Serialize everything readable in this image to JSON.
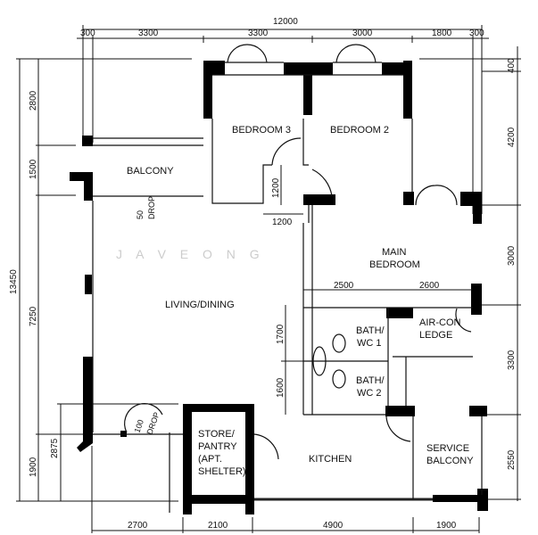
{
  "watermark": "J A V E  O N G",
  "rooms": {
    "bedroom3": "BEDROOM 3",
    "bedroom2": "BEDROOM 2",
    "balcony": "BALCONY",
    "main_bedroom_1": "MAIN",
    "main_bedroom_2": "BEDROOM",
    "living": "LIVING/DINING",
    "bath1_1": "BATH/",
    "bath1_2": "WC 1",
    "bath2_1": "BATH/",
    "bath2_2": "WC 2",
    "aircon_1": "AIR-CON",
    "aircon_2": "LEDGE",
    "store_1": "STORE/",
    "store_2": "PANTRY",
    "store_3": "(APT.",
    "store_4": "SHELTER)",
    "kitchen": "KITCHEN",
    "service_1": "SERVICE",
    "service_2": "BALCONY"
  },
  "dimensions": {
    "top_total": "12000",
    "top": [
      "300",
      "3300",
      "3300",
      "3000",
      "1800",
      "300"
    ],
    "bottom": [
      "2700",
      "2100",
      "4900",
      "1900"
    ],
    "left_total": "13450",
    "left": [
      "2800",
      "1500",
      "7250",
      "1900"
    ],
    "left_inner": "2875",
    "right": [
      "400",
      "4200",
      "3000",
      "3300",
      "2550"
    ],
    "internal": {
      "corridor_v": "1200",
      "corridor_h": "1200",
      "mb_left": "2500",
      "mb_right": "2600",
      "bath1": "1700",
      "bath2": "1600"
    }
  },
  "notes": {
    "drop50_1": "50",
    "drop50_2": "DROP",
    "drop100_1": "100",
    "drop100_2": "DROP"
  }
}
